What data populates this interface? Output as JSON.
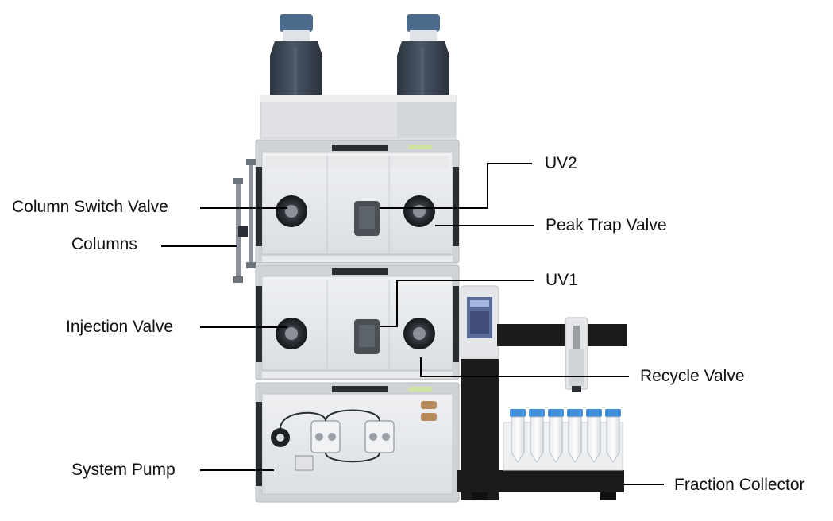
{
  "labels": {
    "column_switch_valve": "Column Switch Valve",
    "columns": "Columns",
    "injection_valve": "Injection Valve",
    "system_pump": "System Pump",
    "uv2": "UV2",
    "peak_trap_valve": "Peak Trap Valve",
    "uv1": "UV1",
    "recycle_valve": "Recycle Valve",
    "fraction_collector": "Fraction Collector"
  },
  "colors": {
    "module_face": "#e4e6e8",
    "module_frame": "#c9ccd0",
    "bottle": "#3a4452",
    "bottle_cap": "#4b6a8c",
    "collector_arm": "#1b1b1b",
    "tube_cap": "#3f8fe0",
    "leader_line": "#000000"
  }
}
